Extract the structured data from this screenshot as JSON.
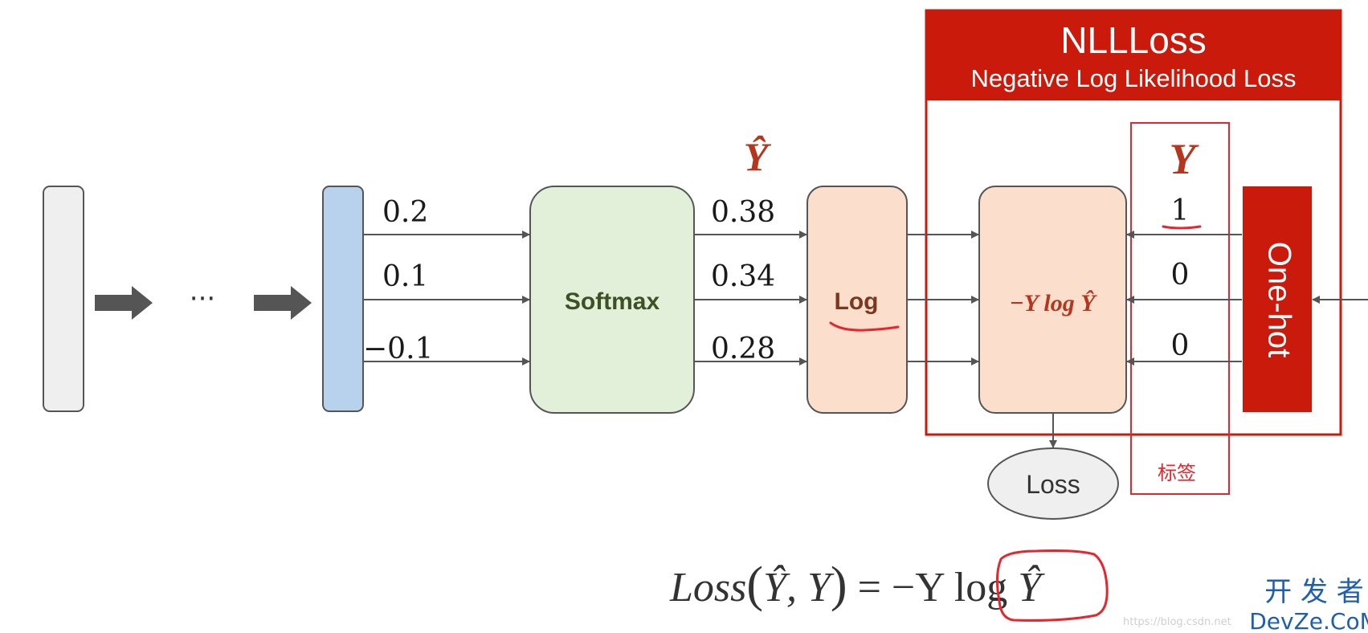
{
  "colors": {
    "red": "#c91a0c",
    "accent_text": "#b3361e",
    "input_box": "#efefef",
    "linear_box": "#b8d1ec",
    "softmax_box": "#e2efd9",
    "log_box": "#fbdecb",
    "annotation_red": "#e6262c",
    "watermark_blue": "#1f5fb0"
  },
  "nll": {
    "title": "NLLLoss",
    "subtitle": "Negative Log Likelihood Loss"
  },
  "nodes": {
    "ellipsis": "···",
    "softmax_label": "Softmax",
    "log_label": "Log",
    "product_label_prefix": "−Y ",
    "product_label_log": "log ",
    "product_label_y": "Ŷ",
    "onehot_label": "One-hot",
    "loss_label": "Loss",
    "tag_label": "标签"
  },
  "headers": {
    "y_hat": "Ŷ",
    "y": "Y"
  },
  "logits": [
    "0.2",
    "0.1",
    "−0.1"
  ],
  "probabilities": [
    "0.38",
    "0.34",
    "0.28"
  ],
  "labels": [
    "1",
    "0",
    "0"
  ],
  "formula": {
    "lhs": "Loss",
    "open": "(",
    "args": "Ŷ, Y",
    "close": ")",
    "eq": " = −Y ",
    "log": "log ",
    "yhat": "Ŷ"
  },
  "watermark": {
    "cn": "开 发 者",
    "en": "DevZe.CoM",
    "url": "https://blog.csdn.net"
  }
}
